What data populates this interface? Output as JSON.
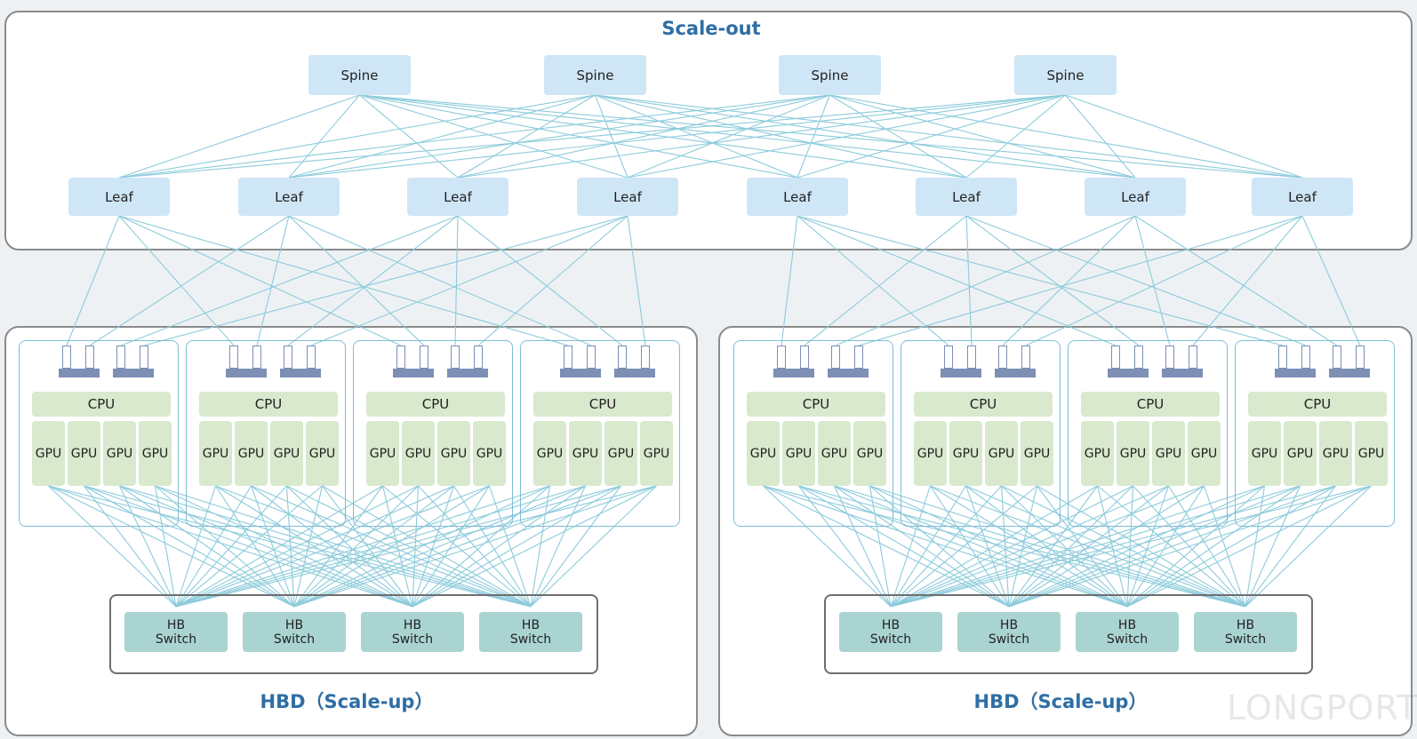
{
  "scale_out": {
    "title": "Scale-out",
    "spines": [
      "Spine",
      "Spine",
      "Spine",
      "Spine"
    ],
    "leaves": [
      "Leaf",
      "Leaf",
      "Leaf",
      "Leaf",
      "Leaf",
      "Leaf",
      "Leaf",
      "Leaf"
    ]
  },
  "hbd_domains": [
    {
      "title": "HBD（Scale-up）",
      "servers": [
        {
          "cpu": "CPU",
          "gpus": [
            "GPU",
            "GPU",
            "GPU",
            "GPU"
          ]
        },
        {
          "cpu": "CPU",
          "gpus": [
            "GPU",
            "GPU",
            "GPU",
            "GPU"
          ]
        },
        {
          "cpu": "CPU",
          "gpus": [
            "GPU",
            "GPU",
            "GPU",
            "GPU"
          ]
        },
        {
          "cpu": "CPU",
          "gpus": [
            "GPU",
            "GPU",
            "GPU",
            "GPU"
          ]
        }
      ],
      "hb_switches": [
        "HB\nSwitch",
        "HB\nSwitch",
        "HB\nSwitch",
        "HB\nSwitch"
      ]
    },
    {
      "title": "HBD（Scale-up）",
      "servers": [
        {
          "cpu": "CPU",
          "gpus": [
            "GPU",
            "GPU",
            "GPU",
            "GPU"
          ]
        },
        {
          "cpu": "CPU",
          "gpus": [
            "GPU",
            "GPU",
            "GPU",
            "GPU"
          ]
        },
        {
          "cpu": "CPU",
          "gpus": [
            "GPU",
            "GPU",
            "GPU",
            "GPU"
          ]
        },
        {
          "cpu": "CPU",
          "gpus": [
            "GPU",
            "GPU",
            "GPU",
            "GPU"
          ]
        }
      ],
      "hb_switches": [
        "HB\nSwitch",
        "HB\nSwitch",
        "HB\nSwitch",
        "HB\nSwitch"
      ]
    }
  ],
  "watermark": "LONGPORT",
  "colors": {
    "link": "#8ccbdb",
    "title": "#2f6ea5",
    "spine_leaf_fill": "#cfe6f7",
    "cpu_gpu_fill": "#d8e9cd",
    "hb_fill": "#a9d4d1",
    "server_border": "#7fbcd9",
    "port_fill": "#7d8fb5"
  }
}
